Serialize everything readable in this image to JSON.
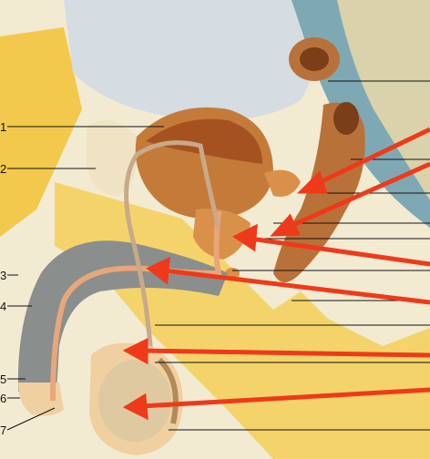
{
  "labels": [
    "1",
    "2",
    "3",
    "4",
    "5",
    "6",
    "7"
  ],
  "colors": {
    "background": "#f3ead2",
    "leader_line": "#111111",
    "arrow": "#ee3a1a",
    "fat": "#f2c94c",
    "bone": "#efe3c3",
    "cavity": "#cfd6dc",
    "teal_region": "#7ea9b4",
    "bladder": "#c47b3a",
    "bladder_inner": "#a65220",
    "gland": "#d9904a",
    "corpus_gray": "#8a8e8c",
    "urethra": "#e7a77a",
    "testis": "#dfc9a0",
    "skin": "#f0cfa1",
    "rectum": "#b9713a"
  }
}
